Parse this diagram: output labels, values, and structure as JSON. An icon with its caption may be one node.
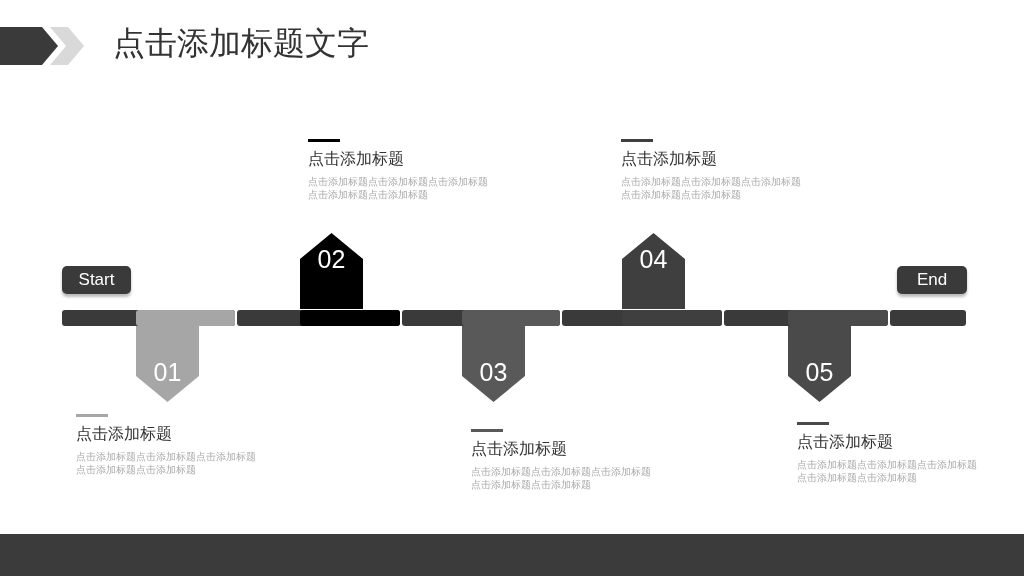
{
  "diagram": {
    "title": "点击添加标题文字",
    "nodes": [
      {
        "text": [
          "Start"
        ]
      },
      {
        "text": [
          "01"
        ],
        "beside": [
          "点击添加标题",
          "点击添加标题点击添加标题点击添加标题点击添加标题点击添加标题"
        ]
      },
      {
        "text": [
          "02"
        ],
        "beside": [
          "点击添加标题",
          "点击添加标题点击添加标题点击添加标题点击添加标题点击添加标题"
        ]
      },
      {
        "text": [
          "03"
        ],
        "beside": [
          "点击添加标题",
          "点击添加标题点击添加标题点击添加标题点击添加标题点击添加标题"
        ]
      },
      {
        "text": [
          "04"
        ],
        "beside": [
          "点击添加标题",
          "点击添加标题点击添加标题点击添加标题点击添加标题点击添加标题"
        ]
      },
      {
        "text": [
          "05"
        ],
        "beside": [
          "点击添加标题",
          "点击添加标题点击添加标题点击添加标题点击添加标题点击添加标题"
        ]
      },
      {
        "text": [
          "End"
        ]
      }
    ]
  }
}
